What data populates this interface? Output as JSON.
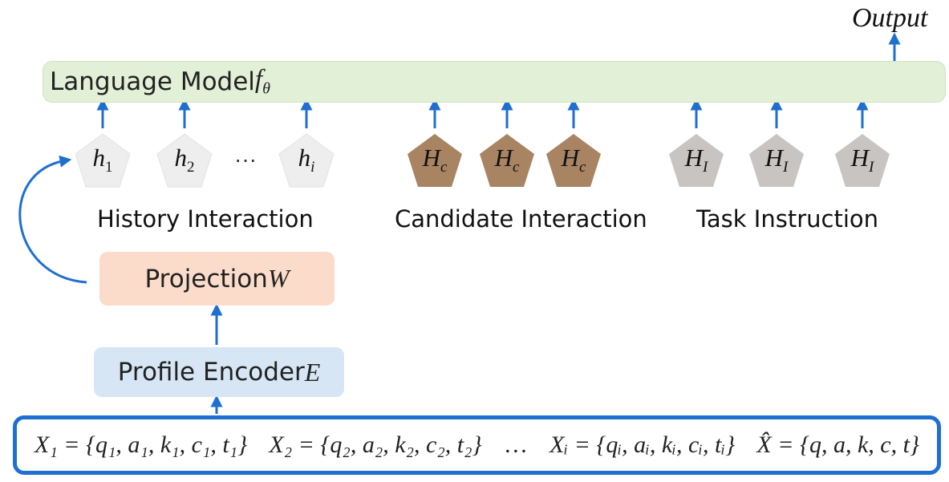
{
  "language_model": {
    "label": "Language Model ",
    "symbol": "f",
    "sub": "θ"
  },
  "output": {
    "label": "Output"
  },
  "history_tokens": [
    {
      "base": "h",
      "sub": "1"
    },
    {
      "base": "h",
      "sub": "2"
    },
    {
      "base": "h",
      "sub": "i"
    }
  ],
  "history_ellipsis": "···",
  "candidate_tokens": [
    {
      "base": "H",
      "sub": "c"
    },
    {
      "base": "H",
      "sub": "c"
    },
    {
      "base": "H",
      "sub": "c"
    }
  ],
  "instruction_tokens": [
    {
      "base": "H",
      "sub": "I"
    },
    {
      "base": "H",
      "sub": "I"
    },
    {
      "base": "H",
      "sub": "I"
    }
  ],
  "group_labels": {
    "history": "History Interaction",
    "candidate": "Candidate Interaction",
    "instruction": "Task Instruction"
  },
  "projection": {
    "label": "Projection ",
    "symbol": "W"
  },
  "encoder": {
    "label": "Profile Encoder ",
    "symbol": "E"
  },
  "inputs": [
    "X₁ = {q₁, a₁, k₁, c₁, t₁}",
    "X₂ = {q₂, a₂, k₂, c₂, t₂}",
    "…",
    "Xᵢ = {qᵢ, aᵢ, kᵢ, cᵢ, tᵢ}",
    "X̂ = {q, a, k, c, t}"
  ],
  "colors": {
    "arrow": "#1f6fd1",
    "lm_fill": "#e3f0d8",
    "projection_fill": "#fbdccb",
    "encoder_fill": "#d7e6f5",
    "history_pentagon": "#eeeeee",
    "candidate_pentagon": "#a88463",
    "instruction_pentagon": "#c8c4c2"
  }
}
